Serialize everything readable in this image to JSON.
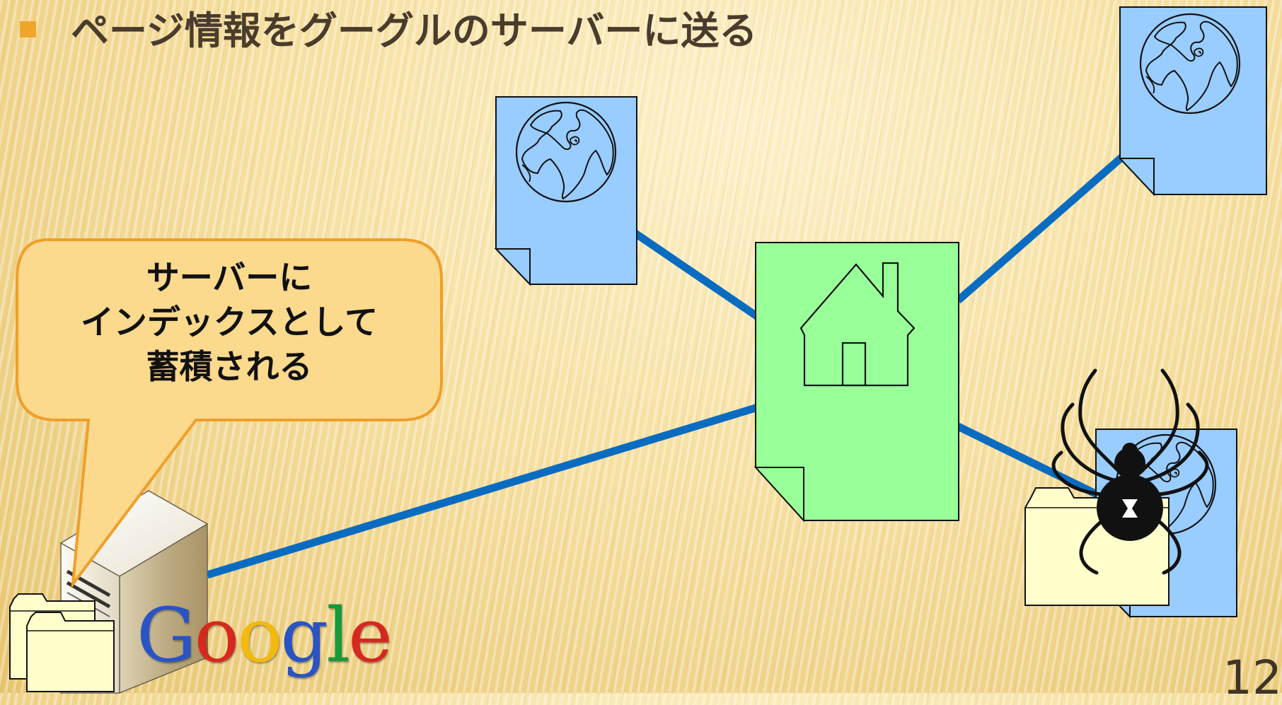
{
  "slide": {
    "title": "ページ情報をグーグルのサーバーに送る",
    "callout": {
      "line1": "サーバーに",
      "line2": "インデックスとして",
      "line3": "蓄積される"
    },
    "google_logo": {
      "letters": [
        "G",
        "o",
        "o",
        "g",
        "l",
        "e"
      ],
      "colors": [
        "#2a53c4",
        "#d7281e",
        "#f2b90f",
        "#2a53c4",
        "#169a3c",
        "#d7281e"
      ]
    },
    "page_number": "12"
  },
  "colors": {
    "bullet": "#f0a52b",
    "connector": "#0a6cc0",
    "web_page": "#99ccff",
    "home_page": "#99ff99",
    "folder": "#ffffcc",
    "callout_fill": "#fbd98d",
    "callout_border": "#ef9f2a",
    "title_text": "#4a3c2c"
  },
  "icons": [
    "globe-icon",
    "house-icon",
    "spider-icon",
    "folder-icon",
    "server-icon"
  ]
}
